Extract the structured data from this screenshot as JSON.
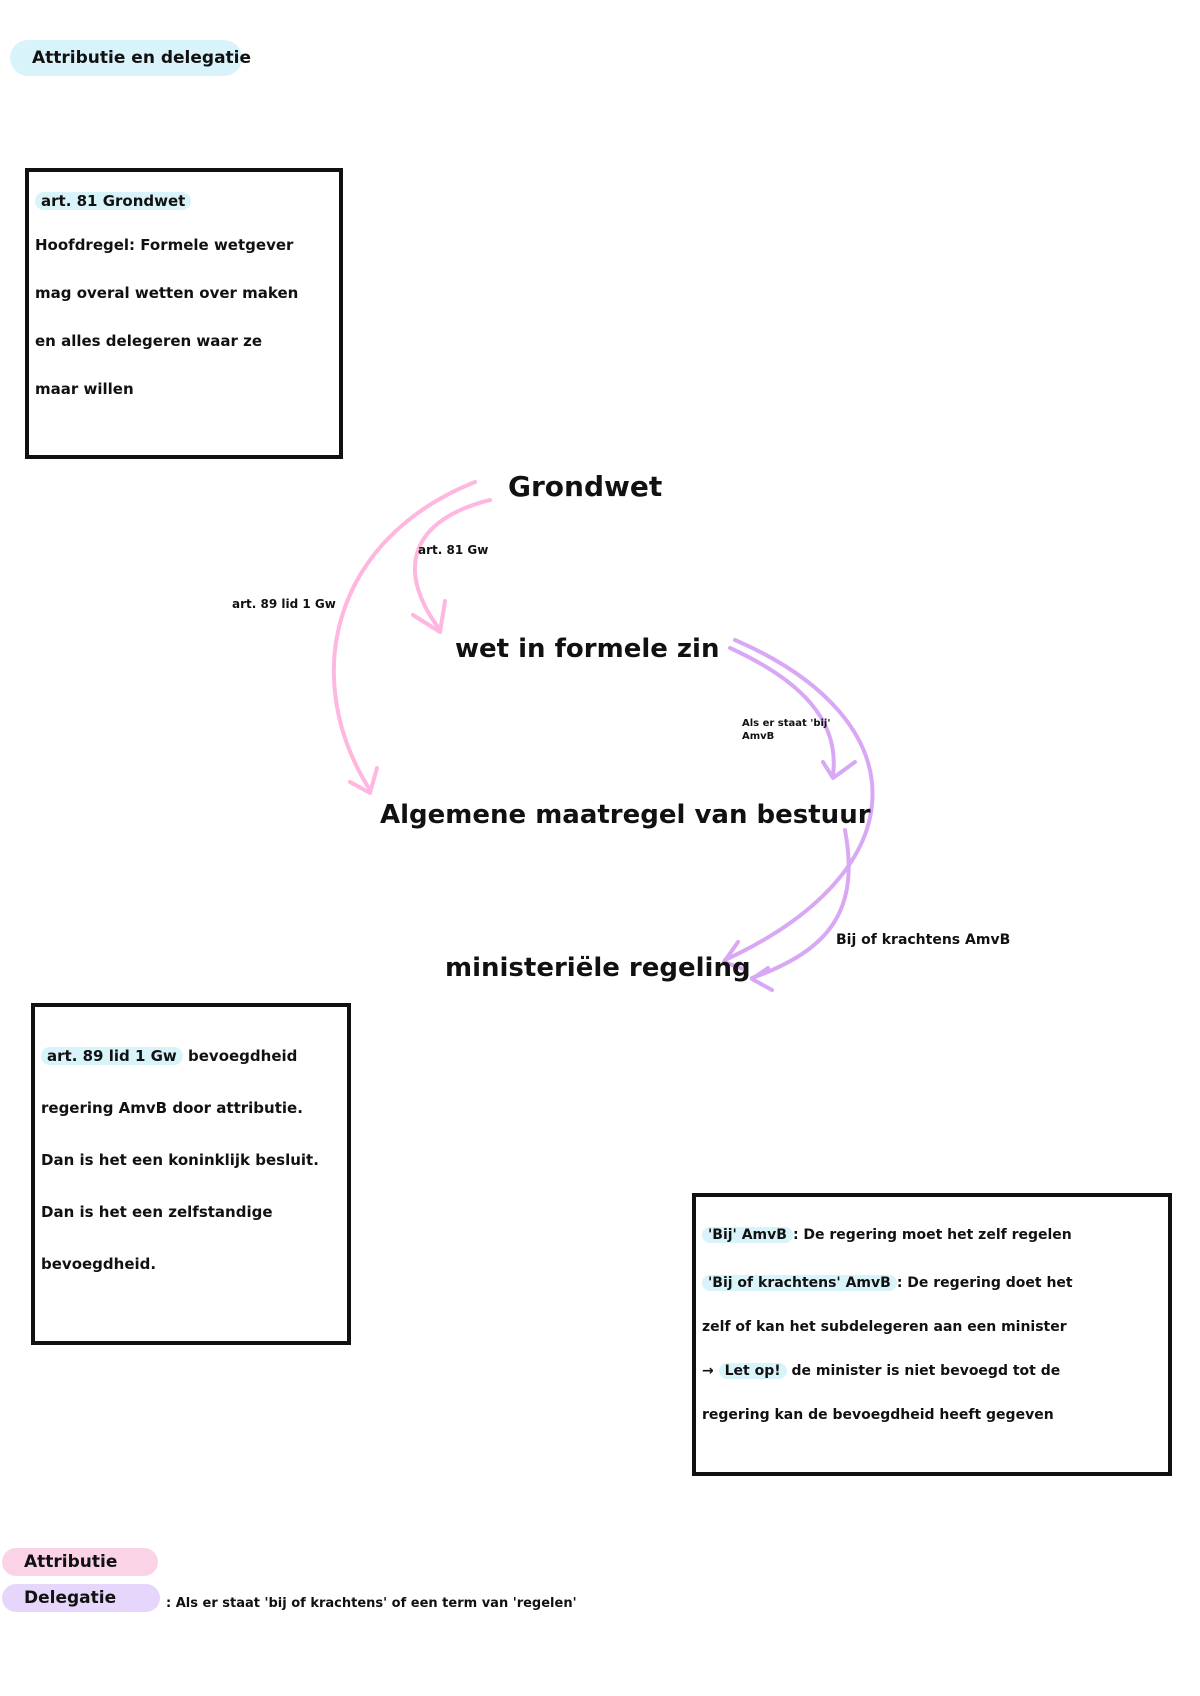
{
  "title": "Attributie en delegatie",
  "box_top": {
    "heading": "art. 81 Grondwet",
    "lines": [
      "Hoofdregel: Formele wetgever",
      "mag overal wetten over maken",
      "en alles delegeren waar ze",
      "maar willen"
    ]
  },
  "diagram": {
    "nodes": {
      "grondwet": "Grondwet",
      "wet": "wet in formele zin",
      "amvb": "Algemene maatregel van bestuur",
      "ministeriele": "ministeriële regeling"
    },
    "labels": {
      "art81": "art. 81 Gw",
      "art89": "art. 89 lid 1 Gw",
      "bij_amvb": "Als er staat 'bij' AmvB",
      "bij_krachtens": "Bij of krachtens AmvB"
    }
  },
  "box_middle": {
    "heading": "art. 89 lid 1 Gw",
    "lines": [
      "bevoegdheid",
      "regering AmvB door attributie.",
      "Dan is het een koninklijk besluit.",
      "Dan is het een zelfstandige",
      "bevoegdheid."
    ]
  },
  "box_right": {
    "line1_hl": "'Bij' AmvB",
    "line1": ": De regering moet het zelf regelen",
    "line2_hl": "'Bij of krachtens' AmvB",
    "line2": ": De regering doet het",
    "line3": "zelf of kan het subdelegeren aan een minister",
    "line4_arrow": "→",
    "line4_hl": "Let op!",
    "line4": " de minister is niet bevoegd tot de",
    "line5": "regering kan de bevoegdheid heeft gegeven"
  },
  "legend": {
    "items": [
      {
        "label": "Attributie",
        "color": "#fbd3e6"
      },
      {
        "label": "Delegatie",
        "color": "#e6d6fb"
      }
    ],
    "note": ": Als er staat 'bij of krachtens' of een term van 'regelen'"
  },
  "colors": {
    "attributie": "#ffb6df",
    "delegatie": "#d8a8f5",
    "highlight": "#d9f3fa"
  }
}
